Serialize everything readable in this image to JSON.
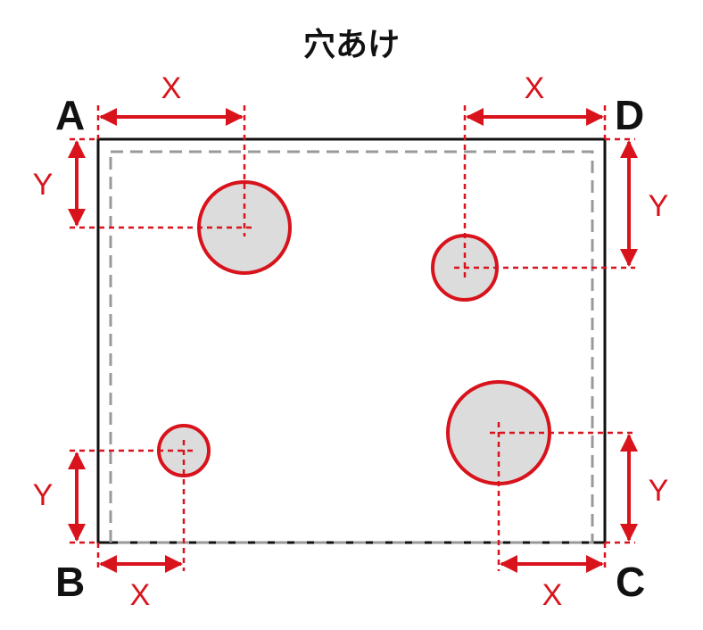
{
  "title": "穴あけ",
  "corners": {
    "a": "A",
    "b": "B",
    "c": "C",
    "d": "D"
  },
  "dimension_labels": {
    "x_top_left": "X",
    "x_top_right": "X",
    "x_bottom_left": "X",
    "x_bottom_right": "X",
    "y_top_left": "Y",
    "y_top_right": "Y",
    "y_bottom_left": "Y",
    "y_bottom_right": "Y"
  },
  "colors": {
    "outline": "#111111",
    "inner_dashed": "#999999",
    "dimension": "#d8131c",
    "hole_fill": "#dcdcdc"
  }
}
